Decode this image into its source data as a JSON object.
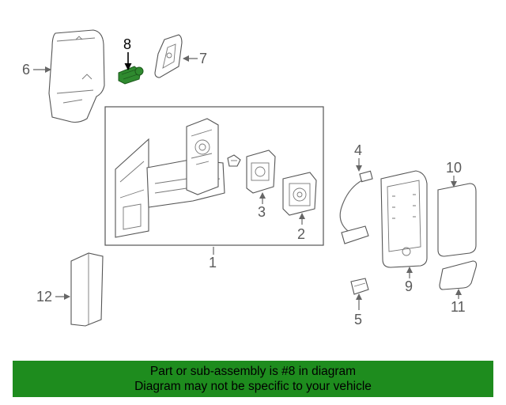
{
  "diagram": {
    "callouts": [
      {
        "id": "1",
        "label": "1"
      },
      {
        "id": "2",
        "label": "2"
      },
      {
        "id": "3",
        "label": "3"
      },
      {
        "id": "4",
        "label": "4"
      },
      {
        "id": "5",
        "label": "5"
      },
      {
        "id": "6",
        "label": "6"
      },
      {
        "id": "7",
        "label": "7"
      },
      {
        "id": "8",
        "label": "8"
      },
      {
        "id": "9",
        "label": "9"
      },
      {
        "id": "10",
        "label": "10"
      },
      {
        "id": "11",
        "label": "11"
      },
      {
        "id": "12",
        "label": "12"
      }
    ],
    "highlight_color": "#2f8a2f",
    "line_color": "#555555"
  },
  "banner": {
    "line1": "Part or sub-assembly is #8 in diagram",
    "line2": "Diagram may not be specific to your vehicle",
    "background": "#1e8c1e"
  }
}
